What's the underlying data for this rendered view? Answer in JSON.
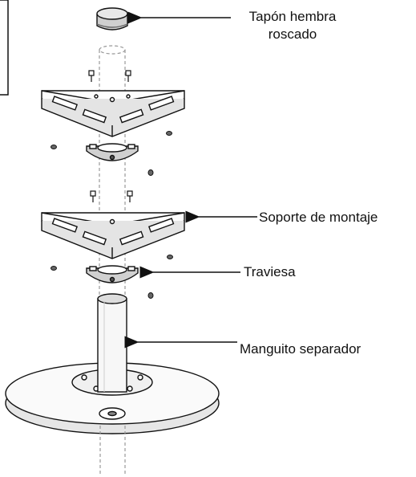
{
  "labels": {
    "tapon_line1": "Tapón hembra",
    "tapon_line2": "roscado",
    "soporte": "Soporte de montaje",
    "traviesa": "Traviesa",
    "manguito": "Manguito separador"
  },
  "colors": {
    "line": "#111111",
    "fill_light": "#f2f2f2",
    "fill_mid": "#d6d6d6",
    "fill_dark": "#7a7a7a"
  }
}
